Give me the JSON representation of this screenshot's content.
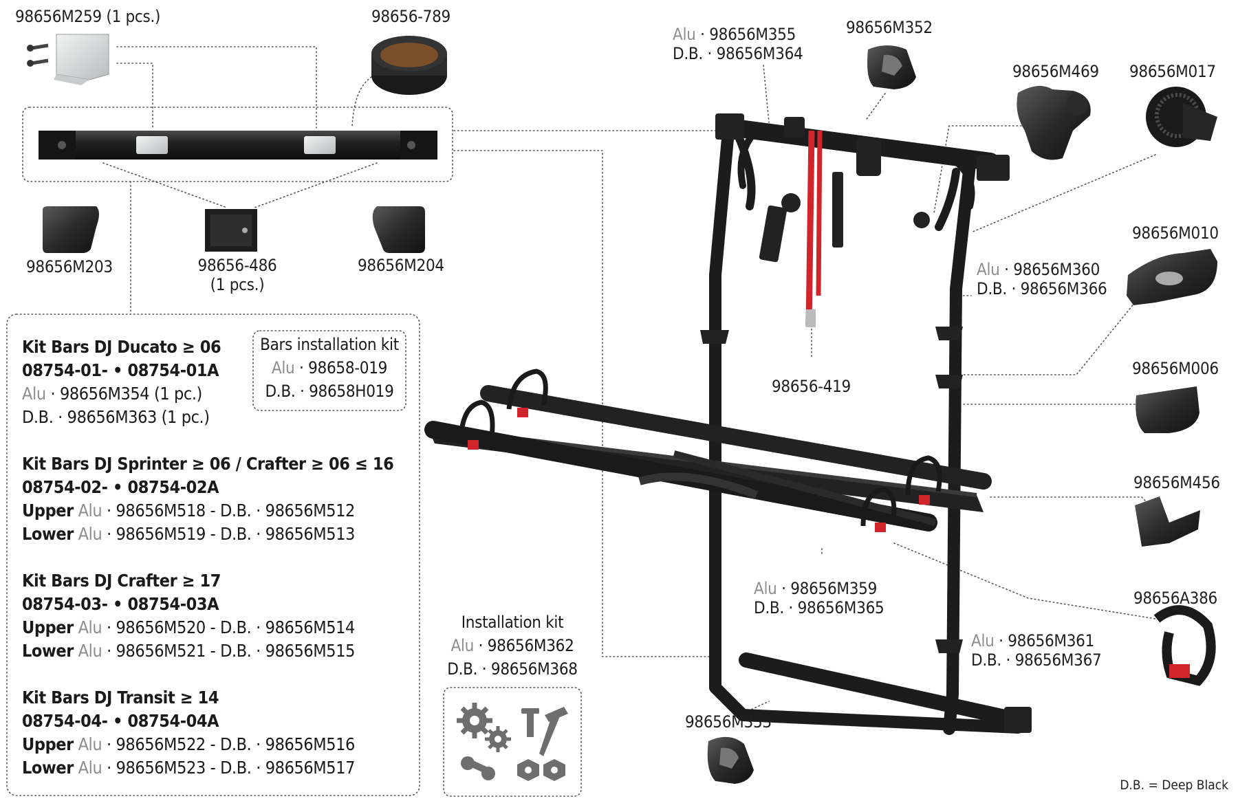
{
  "parts": {
    "p259": "98656M259 (1 pcs.)",
    "p789": "98656-789",
    "p203": "98656M203",
    "p486": "98656-486",
    "p486_qty": "(1 pcs.)",
    "p204": "98656M204",
    "p355_tag": "Alu",
    "p355": "98656M355",
    "p364_tag": "D.B.",
    "p364": "98656M364",
    "p352": "98656M352",
    "p469": "98656M469",
    "p017": "98656M017",
    "p010": "98656M010",
    "p360_tag": "Alu",
    "p360": "98656M360",
    "p366_tag": "D.B.",
    "p366": "98656M366",
    "p419": "98656-419",
    "p006": "98656M006",
    "p456": "98656M456",
    "p359_tag": "Alu",
    "p359": "98656M359",
    "p365_tag": "D.B.",
    "p365": "98656M365",
    "a386": "98656A386",
    "p361_tag": "Alu",
    "p361": "98656M361",
    "p367_tag": "D.B.",
    "p367": "98656M367",
    "p353": "98656M353"
  },
  "bars_kit": {
    "title": "Bars installation kit",
    "alu_tag": "Alu",
    "alu": "98658-019",
    "db_tag": "D.B.",
    "db": "98658H019"
  },
  "install_kit": {
    "title": "Installation kit",
    "alu_tag": "Alu",
    "alu": "98656M362",
    "db_tag": "D.B.",
    "db": "98656M368"
  },
  "kits": {
    "ducato": {
      "title": "Kit Bars DJ Ducato ≥ 06",
      "codes": "08754-01-  •  08754-01A",
      "alu_tag": "Alu",
      "alu": "98656M354 (1 pc.)",
      "db_tag": "D.B.",
      "db": "98656M363 (1 pc.)"
    },
    "sprinter": {
      "title": "Kit Bars DJ Sprinter ≥ 06 / Crafter ≥ 06 ≤ 16",
      "codes": "08754-02-  •  08754-02A",
      "upper": "Upper",
      "upper_alu_tag": "Alu",
      "upper_alu": "98656M518",
      "upper_db_tag": "D.B.",
      "upper_db": "98656M512",
      "lower": "Lower",
      "lower_alu_tag": "Alu",
      "lower_alu": "98656M519",
      "lower_db_tag": "D.B.",
      "lower_db": "98656M513"
    },
    "crafter": {
      "title": "Kit Bars DJ Crafter ≥ 17",
      "codes": "08754-03-  •  08754-03A",
      "upper": "Upper",
      "upper_alu_tag": "Alu",
      "upper_alu": "98656M520",
      "upper_db_tag": "D.B.",
      "upper_db": "98656M514",
      "lower": "Lower",
      "lower_alu_tag": "Alu",
      "lower_alu": "98656M521",
      "lower_db_tag": "D.B.",
      "lower_db": "98656M515"
    },
    "transit": {
      "title": "Kit Bars DJ Transit ≥ 14",
      "codes": "08754-04-  •  08754-04A",
      "upper": "Upper",
      "upper_alu_tag": "Alu",
      "upper_alu": "98656M522",
      "upper_db_tag": "D.B.",
      "upper_db": "98656M516",
      "lower": "Lower",
      "lower_alu_tag": "Alu",
      "lower_alu": "98656M523",
      "lower_db_tag": "D.B.",
      "lower_db": "98656M517"
    }
  },
  "legend": "D.B. = Deep Black",
  "colors": {
    "frame": "#1c1c1c",
    "strap": "#d0262b",
    "alu": "#d4d8d8",
    "grey_text": "#8d8d8d"
  }
}
